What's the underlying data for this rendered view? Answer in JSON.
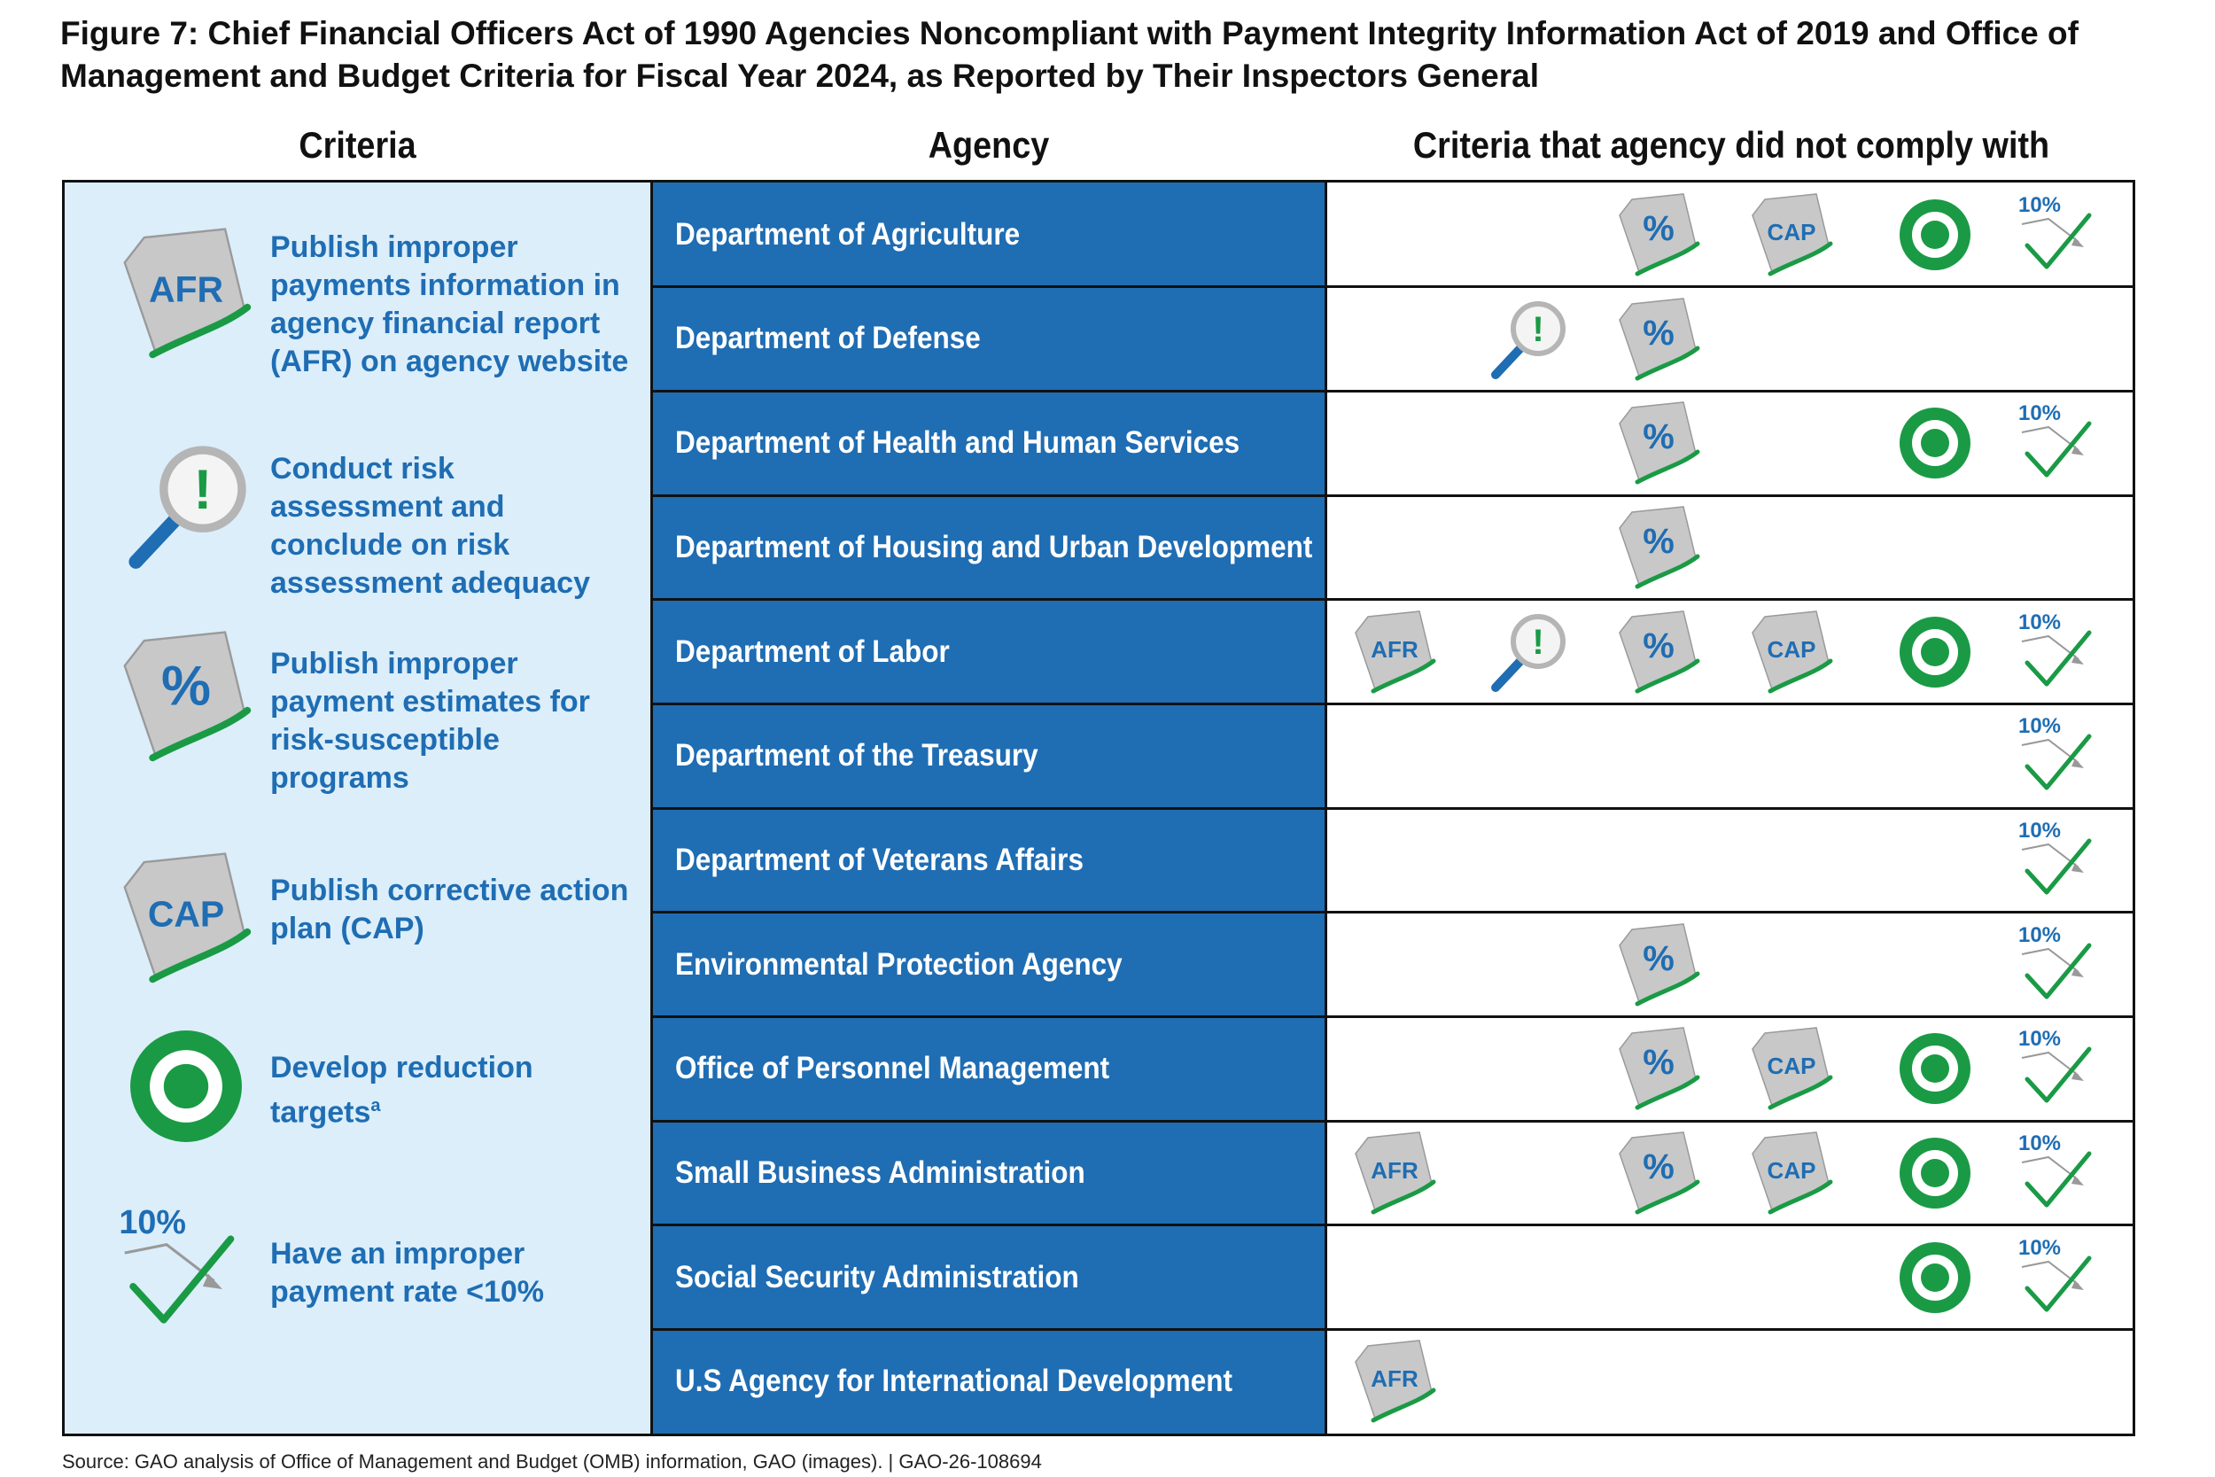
{
  "title": "Figure 7: Chief Financial Officers Act of 1990 Agencies Noncompliant with Payment Integrity Information Act of 2019 and Office of Management and Budget Criteria for Fiscal Year 2024, as Reported by Their Inspectors General",
  "headers": {
    "criteria": "Criteria",
    "agency": "Agency",
    "noncompliance": "Criteria that agency did not comply with"
  },
  "icon_text": {
    "afr": "AFR",
    "cap": "CAP",
    "percent": "%",
    "rate": "10%",
    "exclaim": "!"
  },
  "colors": {
    "blue": "#1f6db3",
    "green": "#1a9a45",
    "panel": "#dbeefa",
    "paper": "#c8c8c8"
  },
  "criteria": [
    {
      "key": "afr",
      "icon": "afr-document-icon",
      "label": "Publish improper payments information in agency financial report (AFR) on agency website"
    },
    {
      "key": "risk",
      "icon": "magnifier-alert-icon",
      "label": "Conduct risk assessment and conclude on risk assessment adequacy"
    },
    {
      "key": "percent",
      "icon": "percent-document-icon",
      "label": "Publish improper payment estimates for risk-susceptible programs"
    },
    {
      "key": "cap",
      "icon": "cap-document-icon",
      "label": "Publish corrective action plan (CAP)"
    },
    {
      "key": "target",
      "icon": "target-icon",
      "label": "Develop reduction targets",
      "footnote": "a"
    },
    {
      "key": "rate",
      "icon": "rate-checkmark-icon",
      "label": "Have an improper payment rate <10%"
    }
  ],
  "agencies": [
    {
      "name": "Department of Agriculture",
      "noncompliant": [
        "percent",
        "cap",
        "target",
        "rate"
      ]
    },
    {
      "name": "Department of Defense",
      "noncompliant": [
        "risk",
        "percent"
      ]
    },
    {
      "name": "Department of Health and Human Services",
      "noncompliant": [
        "percent",
        "target",
        "rate"
      ]
    },
    {
      "name": "Department of Housing and Urban Development",
      "noncompliant": [
        "percent"
      ]
    },
    {
      "name": "Department of Labor",
      "noncompliant": [
        "afr",
        "risk",
        "percent",
        "cap",
        "target",
        "rate"
      ]
    },
    {
      "name": "Department of the Treasury",
      "noncompliant": [
        "rate"
      ]
    },
    {
      "name": "Department of Veterans Affairs",
      "noncompliant": [
        "rate"
      ]
    },
    {
      "name": "Environmental Protection Agency",
      "noncompliant": [
        "percent",
        "rate"
      ]
    },
    {
      "name": "Office of Personnel Management",
      "noncompliant": [
        "percent",
        "cap",
        "target",
        "rate"
      ]
    },
    {
      "name": "Small Business Administration",
      "noncompliant": [
        "afr",
        "percent",
        "cap",
        "target",
        "rate"
      ]
    },
    {
      "name": "Social Security Administration",
      "noncompliant": [
        "target",
        "rate"
      ]
    },
    {
      "name": "U.S Agency for International Development",
      "noncompliant": [
        "afr"
      ]
    }
  ],
  "source": "Source: GAO analysis of Office of Management and Budget (OMB) information, GAO (images).  |  GAO-26-108694"
}
